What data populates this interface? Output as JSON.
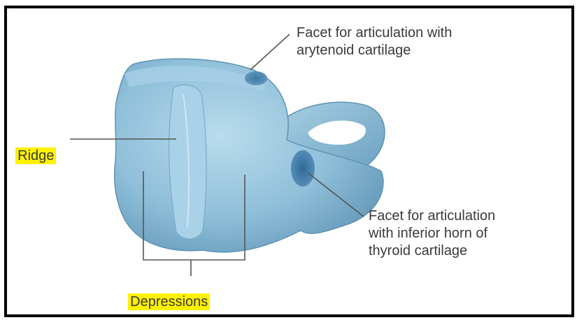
{
  "labels": {
    "facet_arytenoid": "Facet for articulation with\narytenoid cartilage",
    "facet_thyroid": "Facet for articulation\nwith inferior horn of\nthyroid cartilage",
    "ridge": "Ridge",
    "depressions": "Depressions"
  },
  "colors": {
    "cartilage": "#8fbfd9",
    "cartilage_shadow": "#5e93b4",
    "facet": "#3f78a6",
    "highlight": "#fff200",
    "leader_line": "#555555",
    "frame": "#000000"
  }
}
